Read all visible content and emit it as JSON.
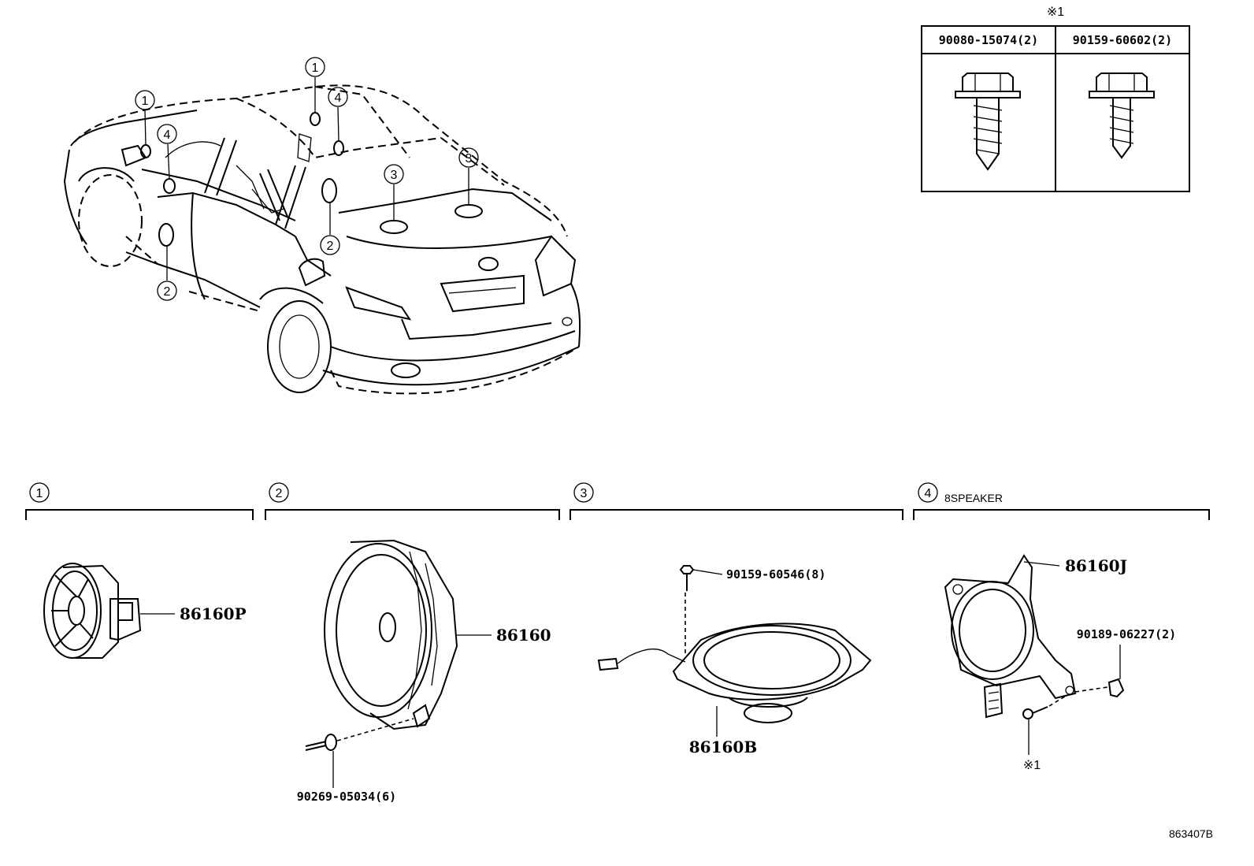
{
  "callouts": {
    "c1": "1",
    "c2": "2",
    "c3": "3",
    "c4": "4"
  },
  "fastener_table": {
    "note_mark": "※1",
    "col1_part": "90080-15074(2)",
    "col2_part": "90159-60602(2)"
  },
  "sections": {
    "s1": {
      "num": "1",
      "part": "86160P"
    },
    "s2": {
      "num": "2",
      "part": "86160",
      "fastener": "90269-05034(6)"
    },
    "s3": {
      "num": "3",
      "part": "86160B",
      "fastener": "90159-60546(8)"
    },
    "s4": {
      "num": "4",
      "note": "8SPEAKER",
      "part": "86160J",
      "fastener": "90189-06227(2)",
      "note_mark": "※1"
    }
  },
  "diagram_id": "863407B"
}
